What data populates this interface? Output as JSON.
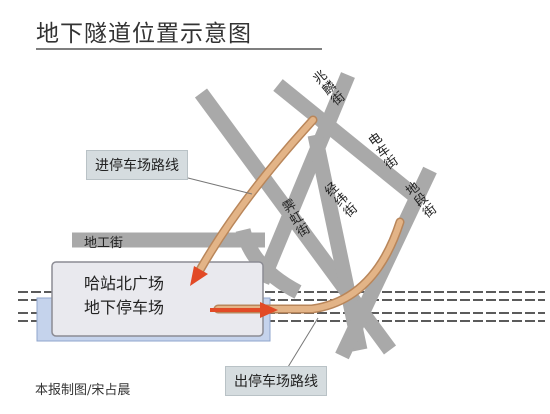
{
  "map": {
    "title": "地下隧道位置示意图",
    "credit": "本报制图/宋占晨",
    "routes": {
      "entry_label": "进停车场路线",
      "exit_label": "出停车场路线"
    },
    "plaza": {
      "line1": "哈站北广场",
      "line2": "地下停车场"
    },
    "streets": {
      "zhaolin": "兆麟街",
      "dianche": "电车街",
      "jingwei": "经纬街",
      "dishu": "地段街",
      "jihong": "霁虹街",
      "digong": "地工街"
    },
    "colors": {
      "road": "#a9a9a9",
      "route": "#e3b487",
      "route_edge": "#b9865a",
      "arrow": "#e24a26",
      "callout_bg": "#d5dcdf",
      "plaza_fill": "#e9e9ee",
      "plaza_frame": "#c5d3ec",
      "rail": "#5b5b5b"
    }
  }
}
